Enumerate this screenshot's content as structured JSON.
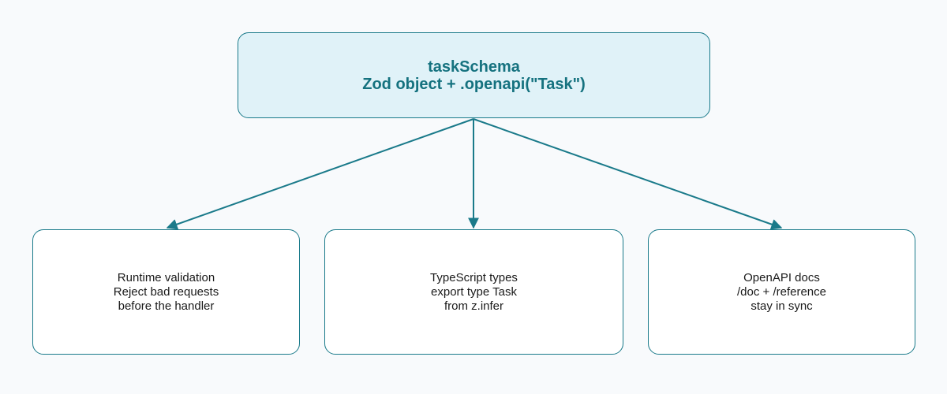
{
  "diagram": {
    "accent": "#1a7a8a",
    "root": {
      "lines": [
        "taskSchema",
        "Zod object + .openapi(\"Task\")"
      ],
      "fill": "#e0f2f8",
      "text_color": "#15727f"
    },
    "children": [
      {
        "lines": [
          "Runtime validation",
          "Reject bad requests",
          "before the handler"
        ]
      },
      {
        "lines": [
          "TypeScript types",
          "export type Task",
          "from z.infer"
        ]
      },
      {
        "lines": [
          "OpenAPI docs",
          "/doc + /reference",
          "stay in sync"
        ]
      }
    ]
  }
}
